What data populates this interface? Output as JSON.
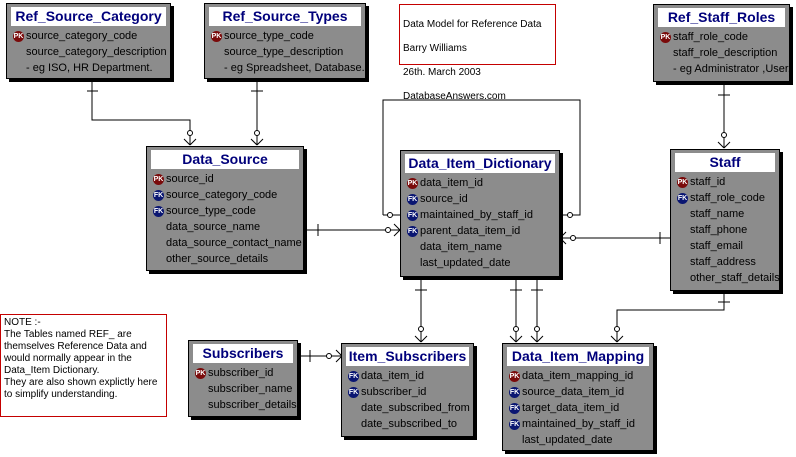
{
  "info_note": {
    "lines": [
      "Data Model for Reference Data",
      "Barry Williams",
      "26th. March 2003",
      "DatabaseAnswers.com"
    ]
  },
  "side_note": {
    "text": "NOTE :-\nThe Tables named REF_ are themselves Reference Data and would normally appear in the Data_Item Dictionary.\nThey are also shown explictly here to simplify understanding."
  },
  "entities": {
    "ref_source_category": {
      "title": "Ref_Source_Category",
      "attributes": [
        {
          "key": "PK",
          "name": "source_category_code"
        },
        {
          "key": "",
          "name": "source_category_description"
        },
        {
          "key": "",
          "name": " - eg ISO, HR Department."
        }
      ]
    },
    "ref_source_types": {
      "title": "Ref_Source_Types",
      "attributes": [
        {
          "key": "PK",
          "name": "source_type_code"
        },
        {
          "key": "",
          "name": "source_type_description"
        },
        {
          "key": "",
          "name": " - eg Spreadsheet, Database."
        }
      ]
    },
    "ref_staff_roles": {
      "title": "Ref_Staff_Roles",
      "attributes": [
        {
          "key": "PK",
          "name": "staff_role_code"
        },
        {
          "key": "",
          "name": "staff_role_description"
        },
        {
          "key": "",
          "name": " - eg Administrator ,User."
        }
      ]
    },
    "data_source": {
      "title": "Data_Source",
      "attributes": [
        {
          "key": "PK",
          "name": "source_id"
        },
        {
          "key": "FK",
          "name": "source_category_code"
        },
        {
          "key": "FK",
          "name": "source_type_code"
        },
        {
          "key": "",
          "name": "data_source_name"
        },
        {
          "key": "",
          "name": "data_source_contact_name"
        },
        {
          "key": "",
          "name": "other_source_details"
        }
      ]
    },
    "data_item_dictionary": {
      "title": "Data_Item_Dictionary",
      "attributes": [
        {
          "key": "PK",
          "name": "data_item_id"
        },
        {
          "key": "FK",
          "name": "source_id"
        },
        {
          "key": "FK",
          "name": "maintained_by_staff_id"
        },
        {
          "key": "FK",
          "name": "parent_data_item_id"
        },
        {
          "key": "",
          "name": "data_item_name"
        },
        {
          "key": "",
          "name": "last_updated_date"
        }
      ]
    },
    "staff": {
      "title": "Staff",
      "attributes": [
        {
          "key": "PK",
          "name": "staff_id"
        },
        {
          "key": "FK",
          "name": "staff_role_code"
        },
        {
          "key": "",
          "name": "staff_name"
        },
        {
          "key": "",
          "name": "staff_phone"
        },
        {
          "key": "",
          "name": "staff_email"
        },
        {
          "key": "",
          "name": "staff_address"
        },
        {
          "key": "",
          "name": "other_staff_details"
        }
      ]
    },
    "subscribers": {
      "title": "Subscribers",
      "attributes": [
        {
          "key": "PK",
          "name": "subscriber_id"
        },
        {
          "key": "",
          "name": "subscriber_name"
        },
        {
          "key": "",
          "name": "subscriber_details"
        }
      ]
    },
    "item_subscribers": {
      "title": "Item_Subscribers",
      "attributes": [
        {
          "key": "FK",
          "name": "data_item_id"
        },
        {
          "key": "FK",
          "name": "subscriber_id"
        },
        {
          "key": "",
          "name": "date_subscribed_from"
        },
        {
          "key": "",
          "name": "date_subscribed_to"
        }
      ]
    },
    "data_item_mapping": {
      "title": "Data_Item_Mapping",
      "attributes": [
        {
          "key": "PK",
          "name": "data_item_mapping_id"
        },
        {
          "key": "FK",
          "name": "source_data_item_id"
        },
        {
          "key": "FK",
          "name": "target_data_item_id"
        },
        {
          "key": "FK",
          "name": "maintained_by_staff_id"
        },
        {
          "key": "",
          "name": "last_updated_date"
        }
      ]
    }
  }
}
